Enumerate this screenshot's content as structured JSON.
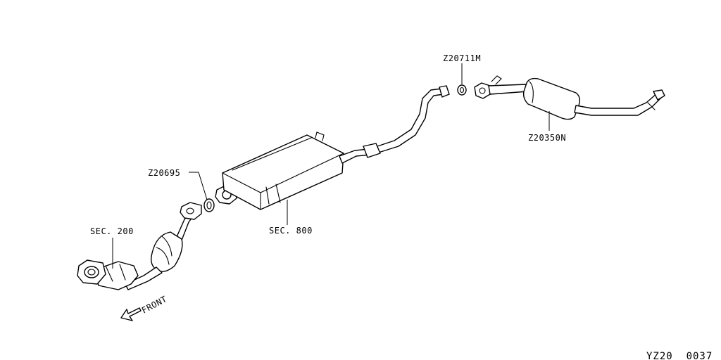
{
  "diagram": {
    "labels": {
      "sec_200": "SEC. 200",
      "sec_800": "SEC. 800",
      "z20695": "Z20695",
      "z20711m": "Z20711M",
      "z20350n": "Z20350N",
      "front": "FRONT"
    },
    "footer_code": "YZ20  0037"
  }
}
